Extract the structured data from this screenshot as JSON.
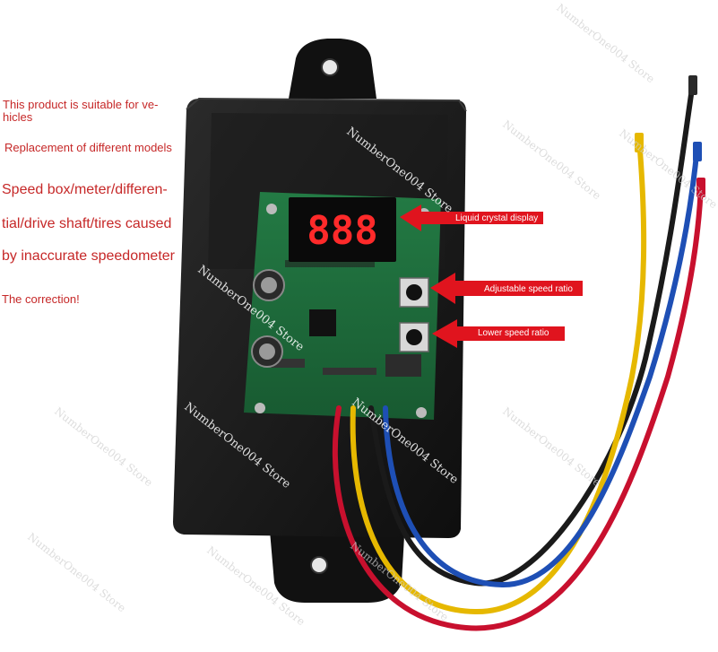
{
  "description_lines": [
    "This product is suitable for ve-",
    "hicles",
    "Replacement of different models",
    "Speed box/meter/differen-",
    "tial/drive shaft/tires caused",
    "by inaccurate speedometer",
    "The correction!"
  ],
  "callouts": {
    "display": "Liquid crystal display",
    "adjust": "Adjustable speed ratio",
    "lower": "Lower speed ratio"
  },
  "display_digits": "888",
  "watermark": "NumberOne004 Store",
  "colors": {
    "text_red": "#c62828",
    "arrow_red": "#e0141e",
    "pcb_green": "#1f6e3c",
    "led_red": "#ff2a2a",
    "wire_black": "#1a1a1a",
    "wire_yellow": "#e6b800",
    "wire_blue": "#1e4fb5",
    "wire_red": "#c8102e"
  }
}
